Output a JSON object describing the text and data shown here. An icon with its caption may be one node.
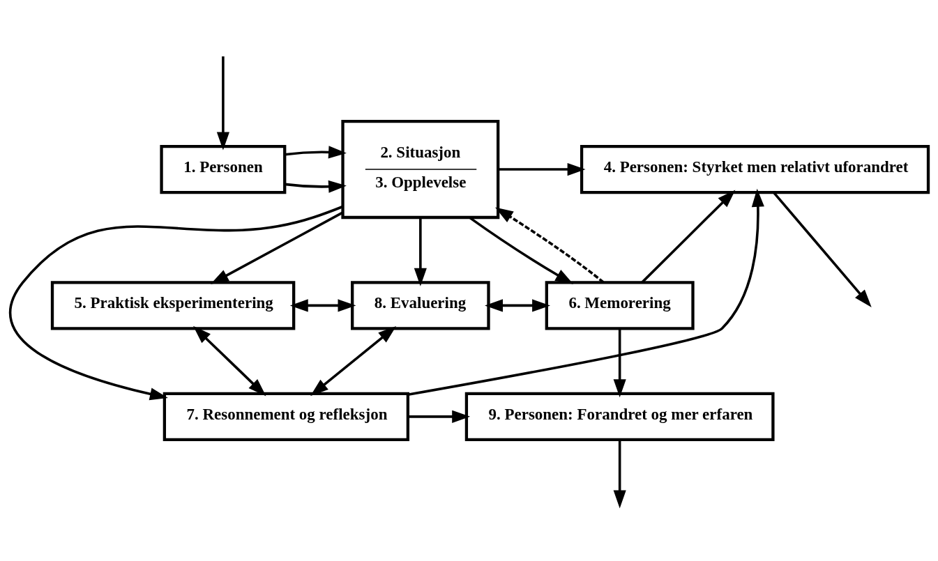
{
  "diagram": {
    "nodes": [
      {
        "text": [
          "1. Personen"
        ]
      },
      {
        "text": [
          "2. Situasjon",
          "3. Opplevelse"
        ]
      },
      {
        "text": [
          "4. Personen: Styrket men relativt uforandret"
        ]
      },
      {
        "text": [
          "5. Praktisk eksperimentering"
        ]
      },
      {
        "text": [
          "8. Evaluering"
        ]
      },
      {
        "text": [
          "6. Memorering"
        ]
      },
      {
        "text": [
          "7. Resonnement og refleksjon"
        ]
      },
      {
        "text": [
          "9. Personen: Forandret og mer erfaren"
        ]
      }
    ],
    "edges": [
      {
        "from": null,
        "to": 0,
        "arrow": "to"
      },
      {
        "from": 0,
        "to": 1,
        "arrow": "to"
      },
      {
        "from": 0,
        "to": 1,
        "arrow": "to"
      },
      {
        "from": 1,
        "to": 2,
        "arrow": "to"
      },
      {
        "from": 2,
        "to": null,
        "arrow": "to"
      },
      {
        "from": 1,
        "to": 3,
        "arrow": "to"
      },
      {
        "from": 1,
        "to": 4,
        "arrow": "to"
      },
      {
        "from": 1,
        "to": 6,
        "arrow": "to"
      },
      {
        "from": 1,
        "to": 5,
        "arrow": "to"
      },
      {
        "from": 5,
        "to": 1,
        "arrow": "to",
        "style": "dashed"
      },
      {
        "from": 6,
        "to": 2,
        "arrow": "to"
      },
      {
        "from": 5,
        "to": 2,
        "arrow": "to"
      },
      {
        "from": 3,
        "to": 4,
        "arrow": "both"
      },
      {
        "from": 4,
        "to": 5,
        "arrow": "both"
      },
      {
        "from": 3,
        "to": 6,
        "arrow": "both"
      },
      {
        "from": 4,
        "to": 6,
        "arrow": "both"
      },
      {
        "from": 5,
        "to": 7,
        "arrow": "to"
      },
      {
        "from": 6,
        "to": 7,
        "arrow": "to"
      },
      {
        "from": 7,
        "to": null,
        "arrow": "to"
      }
    ]
  }
}
